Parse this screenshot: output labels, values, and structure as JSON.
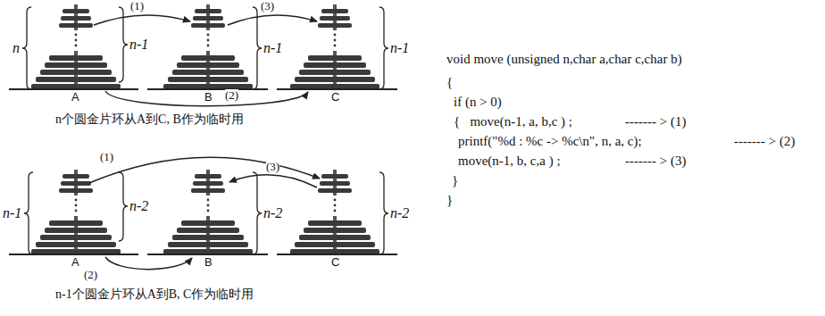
{
  "diagram": {
    "labels": [
      "n",
      "(1)",
      "(3)",
      "n-1",
      "n-1",
      "n-1",
      "A",
      "B",
      "(2)",
      "C",
      "n个圆金片环从A到C, B作为临时用",
      "(1)",
      "n-1",
      "(3)",
      "n-2",
      "n-2",
      "n-2",
      "A",
      "B",
      "C",
      "(2)",
      "n-1个圆金片环从A到B, C作为临时用",
      "void move (unsigned n,char a,char c,char b)",
      "{",
      "if (n > 0)",
      "{   move(n-1, a, b,c ) ;",
      "------- > (1)",
      "printf(\"%d : %c -> %c\\n\", n, a, c);",
      "------- > (2)",
      "move(n-1, b, c,a ) ;",
      "------- > (3)",
      "}",
      "}"
    ]
  }
}
